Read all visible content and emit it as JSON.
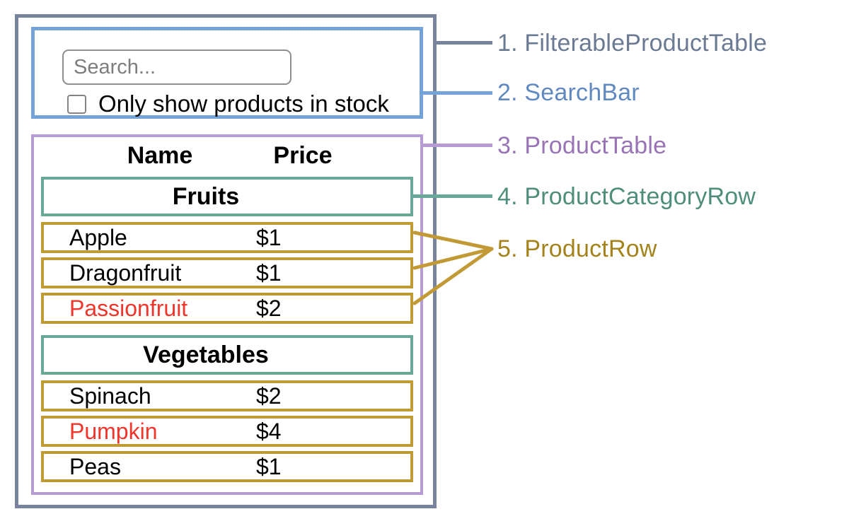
{
  "search_bar": {
    "placeholder": "Search...",
    "checkbox_label": "Only show products in stock",
    "checkbox_checked": false
  },
  "table": {
    "headers": [
      "Name",
      "Price"
    ],
    "sections": [
      {
        "category": "Fruits",
        "rows": [
          {
            "name": "Apple",
            "price": "$1",
            "highlighted": false
          },
          {
            "name": "Dragonfruit",
            "price": "$1",
            "highlighted": false
          },
          {
            "name": "Passionfruit",
            "price": "$2",
            "highlighted": true
          }
        ]
      },
      {
        "category": "Vegetables",
        "rows": [
          {
            "name": "Spinach",
            "price": "$2",
            "highlighted": false
          },
          {
            "name": "Pumpkin",
            "price": "$4",
            "highlighted": true
          },
          {
            "name": "Peas",
            "price": "$1",
            "highlighted": false
          }
        ]
      }
    ]
  },
  "annotations": [
    {
      "text": "1. FilterableProductTable",
      "color": "#6b7a93",
      "line_color": "#78849e"
    },
    {
      "text": "2. SearchBar",
      "color": "#6089bf",
      "line_color": "#74a3d9"
    },
    {
      "text": "3. ProductTable",
      "color": "#9874b5",
      "line_color": "#b79bd4"
    },
    {
      "text": "4. ProductCategoryRow",
      "color": "#4f8d7c",
      "line_color": "#67a899"
    },
    {
      "text": "5. ProductRow",
      "color": "#a5831c",
      "line_color": "#c29a35"
    }
  ],
  "colors": {
    "background": "#ffffff",
    "highlight_text": "#f0352b"
  }
}
